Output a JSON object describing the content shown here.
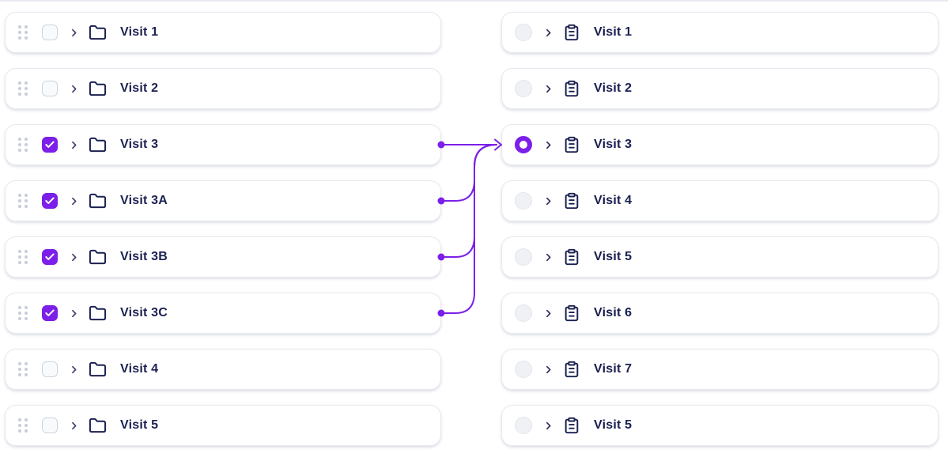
{
  "accent_color": "#7c1fe8",
  "text_color": "#1b2150",
  "left_list": {
    "item_icon": "folder-icon",
    "rows": [
      {
        "label": "Visit 1",
        "checked": false
      },
      {
        "label": "Visit 2",
        "checked": false
      },
      {
        "label": "Visit 3",
        "checked": true
      },
      {
        "label": "Visit 3A",
        "checked": true
      },
      {
        "label": "Visit 3B",
        "checked": true
      },
      {
        "label": "Visit 3C",
        "checked": true
      },
      {
        "label": "Visit 4",
        "checked": false
      },
      {
        "label": "Visit 5",
        "checked": false
      }
    ]
  },
  "right_list": {
    "item_icon": "clipboard-icon",
    "rows": [
      {
        "label": "Visit 1",
        "selected": false
      },
      {
        "label": "Visit 2",
        "selected": false
      },
      {
        "label": "Visit 3",
        "selected": true
      },
      {
        "label": "Visit 4",
        "selected": false
      },
      {
        "label": "Visit 5",
        "selected": false
      },
      {
        "label": "Visit 6",
        "selected": false
      },
      {
        "label": "Visit 7",
        "selected": false
      },
      {
        "label": "Visit 5",
        "selected": false
      }
    ]
  },
  "mapping": {
    "pairs": [
      {
        "from_index": 2,
        "to_index": 2
      },
      {
        "from_index": 3,
        "to_index": 2
      },
      {
        "from_index": 4,
        "to_index": 2
      },
      {
        "from_index": 5,
        "to_index": 2
      }
    ]
  }
}
